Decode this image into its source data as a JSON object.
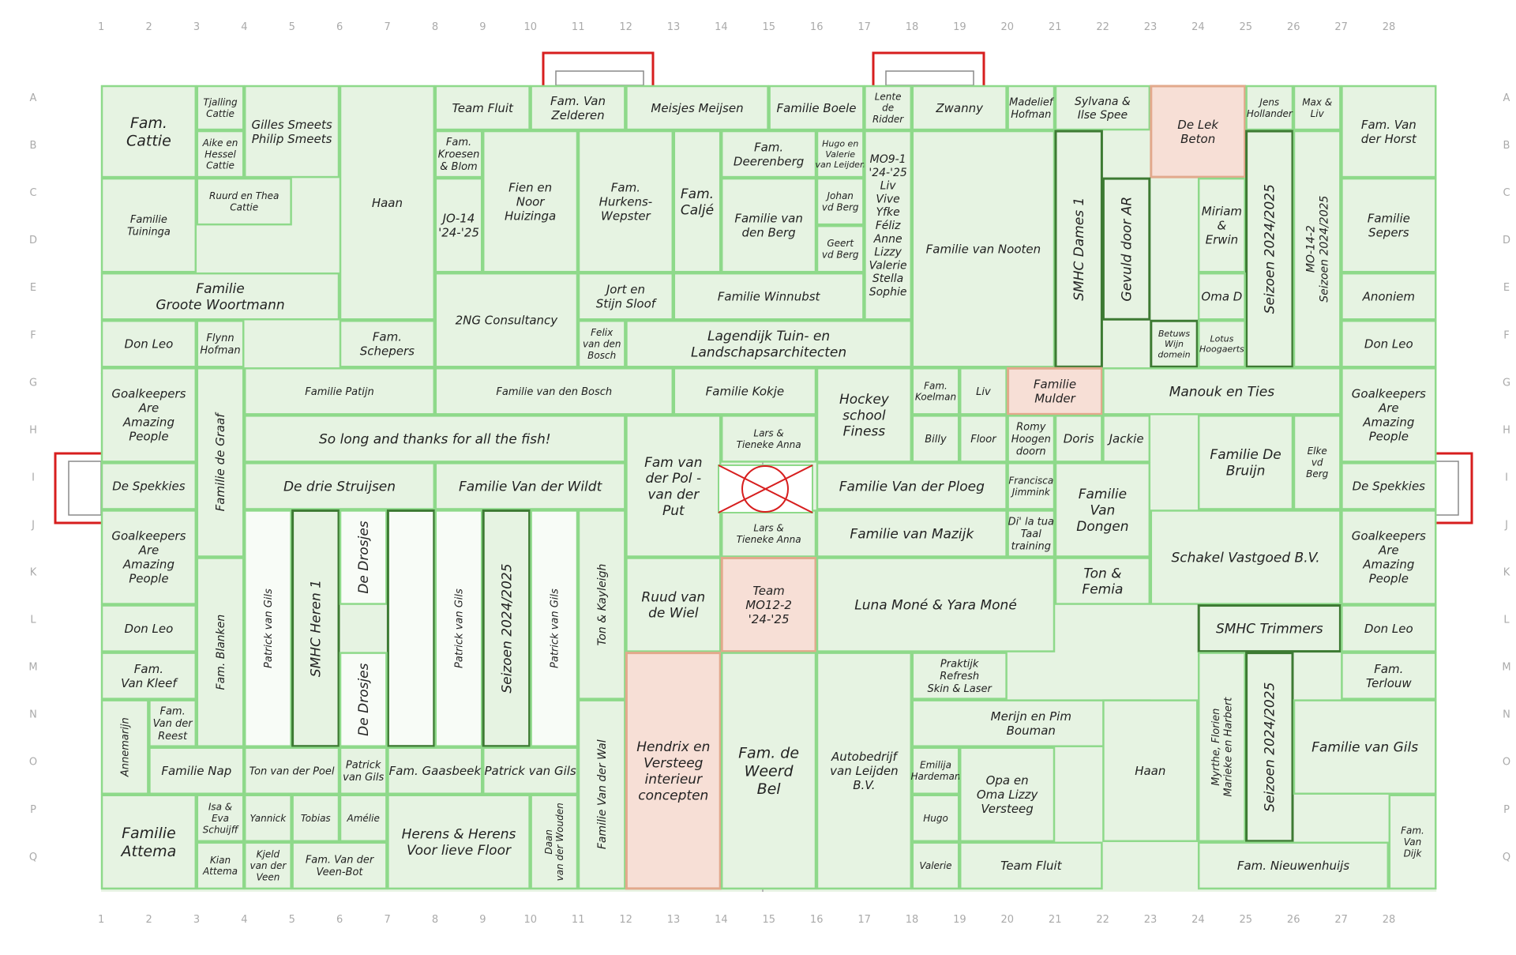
{
  "grid": {
    "columns": [
      "1",
      "2",
      "3",
      "4",
      "5",
      "6",
      "7",
      "8",
      "9",
      "10",
      "11",
      "12",
      "13",
      "14",
      "15",
      "16",
      "17",
      "18",
      "19",
      "20",
      "21",
      "22",
      "23",
      "24",
      "25",
      "26",
      "27",
      "28"
    ],
    "rows": [
      "A",
      "B",
      "C",
      "D",
      "E",
      "F",
      "G",
      "H",
      "I",
      "J",
      "K",
      "L",
      "M",
      "N",
      "O",
      "P",
      "Q"
    ]
  },
  "colors": {
    "cell_fill": "#e6f3e2",
    "cell_border": "#8ed98a",
    "strong_border": "#3d7a33",
    "highlight_fill": "#f7dfd6",
    "highlight_border": "#e2a98c",
    "goal_red": "#d71e1e",
    "line_grey": "#9a9a9a"
  },
  "plots": [
    {
      "id": "fam-cattie",
      "label": "Fam.\nCattie",
      "kind": "normal"
    },
    {
      "id": "tjalling-cattie",
      "label": "Tjalling\nCattie",
      "kind": "normal"
    },
    {
      "id": "aike-hessel",
      "label": "Aike en\nHessel\nCattie",
      "kind": "normal"
    },
    {
      "id": "gilles-philip",
      "label": "Gilles Smeets\nPhilip Smeets",
      "kind": "normal"
    },
    {
      "id": "haan-top",
      "label": "Haan",
      "kind": "normal"
    },
    {
      "id": "team-fluit-top",
      "label": "Team Fluit",
      "kind": "normal"
    },
    {
      "id": "fam-van-zelderen",
      "label": "Fam. Van\nZelderen",
      "kind": "normal"
    },
    {
      "id": "meisjes-meijsen",
      "label": "Meisjes Meijsen",
      "kind": "normal"
    },
    {
      "id": "familie-boele",
      "label": "Familie Boele",
      "kind": "normal"
    },
    {
      "id": "lente-de-ridder",
      "label": "Lente\nde\nRidder",
      "kind": "normal"
    },
    {
      "id": "zwanny",
      "label": "Zwanny",
      "kind": "normal"
    },
    {
      "id": "madelief-hofman",
      "label": "Madelief\nHofman",
      "kind": "normal"
    },
    {
      "id": "sylvana-ilse",
      "label": "Sylvana &\nIlse Spee",
      "kind": "normal"
    },
    {
      "id": "de-lek-beton",
      "label": "De Lek\nBeton",
      "kind": "highlight"
    },
    {
      "id": "jens-hollander",
      "label": "Jens\nHollander",
      "kind": "normal"
    },
    {
      "id": "max-liv",
      "label": "Max &\nLiv",
      "kind": "normal"
    },
    {
      "id": "fam-van-der-horst",
      "label": "Fam. Van\nder Horst",
      "kind": "normal"
    },
    {
      "id": "fam-kroesen-blom",
      "label": "Fam.\nKroesen\n& Blom",
      "kind": "normal"
    },
    {
      "id": "fien-noor",
      "label": "Fien en\nNoor\nHuizinga",
      "kind": "normal"
    },
    {
      "id": "fam-hurkens",
      "label": "Fam.\nHurkens-\nWepster",
      "kind": "normal"
    },
    {
      "id": "fam-calje",
      "label": "Fam.\nCaljé",
      "kind": "normal"
    },
    {
      "id": "fam-deerenberg",
      "label": "Fam.\nDeerenberg",
      "kind": "normal"
    },
    {
      "id": "hugo-valerie",
      "label": "Hugo en\nValerie\nvan Leijden",
      "kind": "normal"
    },
    {
      "id": "mo9-1",
      "label": "MO9-1\n'24-'25\nLiv\nVive\nYfke\nFéliz\nAnne\nLizzy\nValerie\nStella\nSophie",
      "kind": "normal"
    },
    {
      "id": "familie-tuininga",
      "label": "Familie\nTuininga",
      "kind": "normal"
    },
    {
      "id": "ruurd-thea",
      "label": "Ruurd en Thea\nCattie",
      "kind": "normal"
    },
    {
      "id": "jo-14",
      "label": "JO-14\n'24-'25",
      "kind": "normal"
    },
    {
      "id": "familie-van-den-berg",
      "label": "Familie van\nden Berg",
      "kind": "normal"
    },
    {
      "id": "johan-vd-berg",
      "label": "Johan\nvd Berg",
      "kind": "normal"
    },
    {
      "id": "geert-vd-berg",
      "label": "Geert\nvd Berg",
      "kind": "normal"
    },
    {
      "id": "familie-van-nooten",
      "label": "Familie van Nooten",
      "kind": "normal"
    },
    {
      "id": "smhc-dames-1",
      "label": "SMHC Dames 1",
      "kind": "strong-vertical"
    },
    {
      "id": "gevuld-door-ar",
      "label": "Gevuld door AR",
      "kind": "strong-vertical"
    },
    {
      "id": "miriam-erwin",
      "label": "Miriam\n&\nErwin",
      "kind": "normal"
    },
    {
      "id": "seizoen-2024-top",
      "label": "Seizoen 2024/2025",
      "kind": "strong-vertical"
    },
    {
      "id": "mo-14-2",
      "label": "MO-14-2\nSeizoen 2024/2025",
      "kind": "vertical"
    },
    {
      "id": "familie-sepers",
      "label": "Familie\nSepers",
      "kind": "normal"
    },
    {
      "id": "familie-groote-woortmann",
      "label": "Familie\nGroote Woortmann",
      "kind": "normal"
    },
    {
      "id": "2ng-consultancy",
      "label": "2NG Consultancy",
      "kind": "normal"
    },
    {
      "id": "jort-stijn",
      "label": "Jort en\nStijn Sloof",
      "kind": "normal"
    },
    {
      "id": "familie-winnubst",
      "label": "Familie Winnubst",
      "kind": "normal"
    },
    {
      "id": "oma-d",
      "label": "Oma D",
      "kind": "normal"
    },
    {
      "id": "anoniem",
      "label": "Anoniem",
      "kind": "normal"
    },
    {
      "id": "don-leo-f1",
      "label": "Don Leo",
      "kind": "normal"
    },
    {
      "id": "flynn-hofman",
      "label": "Flynn\nHofman",
      "kind": "normal"
    },
    {
      "id": "fam-schepers",
      "label": "Fam.\nSchepers",
      "kind": "normal"
    },
    {
      "id": "felix-van-den-bosch",
      "label": "Felix\nvan den\nBosch",
      "kind": "normal"
    },
    {
      "id": "lagendijk",
      "label": "Lagendijk Tuin- en\nLandschapsarchitecten",
      "kind": "normal"
    },
    {
      "id": "betuws-wijn",
      "label": "Betuws\nWijn\ndomein",
      "kind": "strong"
    },
    {
      "id": "lotus-hoogaerts",
      "label": "Lotus\nHoogaerts",
      "kind": "normal"
    },
    {
      "id": "don-leo-f28",
      "label": "Don Leo",
      "kind": "normal"
    },
    {
      "id": "goalkeepers-g1",
      "label": "Goalkeepers\nAre\nAmazing\nPeople",
      "kind": "normal"
    },
    {
      "id": "familie-de-graaf",
      "label": "Familie de Graaf",
      "kind": "vertical"
    },
    {
      "id": "familie-patijn",
      "label": "Familie Patijn",
      "kind": "normal"
    },
    {
      "id": "familie-van-den-bosch",
      "label": "Familie van den Bosch",
      "kind": "normal"
    },
    {
      "id": "familie-kokje",
      "label": "Familie Kokje",
      "kind": "normal"
    },
    {
      "id": "hockey-school",
      "label": "Hockey\nschool\nFiness",
      "kind": "normal"
    },
    {
      "id": "fam-koelman",
      "label": "Fam.\nKoelman",
      "kind": "normal"
    },
    {
      "id": "liv-g",
      "label": "Liv",
      "kind": "normal"
    },
    {
      "id": "familie-mulder",
      "label": "Familie\nMulder",
      "kind": "highlight"
    },
    {
      "id": "manouk-ties",
      "label": "Manouk en Ties",
      "kind": "normal"
    },
    {
      "id": "goalkeepers-g28",
      "label": "Goalkeepers\nAre\nAmazing\nPeople",
      "kind": "normal"
    },
    {
      "id": "so-long",
      "label": "So long and thanks for all the fish!",
      "kind": "normal"
    },
    {
      "id": "fam-van-der-pol",
      "label": "Fam van\nder Pol -\nvan der\nPut",
      "kind": "normal"
    },
    {
      "id": "lars-tieneke-1",
      "label": "Lars &\nTieneke Anna",
      "kind": "normal"
    },
    {
      "id": "billy",
      "label": "Billy",
      "kind": "normal"
    },
    {
      "id": "floor",
      "label": "Floor",
      "kind": "normal"
    },
    {
      "id": "romy-hoogendoorn",
      "label": "Romy\nHoogen\ndoorn",
      "kind": "normal"
    },
    {
      "id": "doris",
      "label": "Doris",
      "kind": "normal"
    },
    {
      "id": "jackie",
      "label": "Jackie",
      "kind": "normal"
    },
    {
      "id": "familie-de-bruijn",
      "label": "Familie De\nBruijn",
      "kind": "normal"
    },
    {
      "id": "elke-vd-berg",
      "label": "Elke\nvd\nBerg",
      "kind": "normal"
    },
    {
      "id": "de-spekkies-left",
      "label": "De Spekkies",
      "kind": "normal"
    },
    {
      "id": "de-drie-struijsen",
      "label": "De drie Struijsen",
      "kind": "normal"
    },
    {
      "id": "familie-van-der-wildt",
      "label": "Familie Van der Wildt",
      "kind": "normal"
    },
    {
      "id": "familie-van-der-ploeg",
      "label": "Familie Van der Ploeg",
      "kind": "normal"
    },
    {
      "id": "francisca-jimmink",
      "label": "Francisca\nJimmink",
      "kind": "normal"
    },
    {
      "id": "familie-van-dongen",
      "label": "Familie\nVan\nDongen",
      "kind": "normal"
    },
    {
      "id": "de-spekkies-right",
      "label": "De Spekkies",
      "kind": "normal"
    },
    {
      "id": "goalkeepers-j1",
      "label": "Goalkeepers\nAre\nAmazing\nPeople",
      "kind": "normal"
    },
    {
      "id": "patrick-van-gils-1",
      "label": "Patrick van Gils",
      "kind": "vertical-white"
    },
    {
      "id": "smhc-heren-1",
      "label": "SMHC Heren 1",
      "kind": "strong-vertical"
    },
    {
      "id": "de-drosjes-top",
      "label": "De Drosjes",
      "kind": "vertical-white"
    },
    {
      "id": "strong-col-7",
      "label": "",
      "kind": "strong-white"
    },
    {
      "id": "patrick-van-gils-2",
      "label": "Patrick van Gils",
      "kind": "vertical-white"
    },
    {
      "id": "seizoen-2024-left",
      "label": "Seizoen 2024/2025",
      "kind": "strong-vertical"
    },
    {
      "id": "patrick-van-gils-3",
      "label": "Patrick van Gils",
      "kind": "vertical-white"
    },
    {
      "id": "ton-kayleigh",
      "label": "Ton & Kayleigh",
      "kind": "vertical"
    },
    {
      "id": "lars-tieneke-2",
      "label": "Lars &\nTieneke Anna",
      "kind": "normal"
    },
    {
      "id": "familie-van-mazijk",
      "label": "Familie van Mazijk",
      "kind": "normal"
    },
    {
      "id": "di-la-tua",
      "label": "Di' la tua\nTaal\ntraining",
      "kind": "normal"
    },
    {
      "id": "schakel-vastgoed",
      "label": "Schakel Vastgoed B.V.",
      "kind": "normal"
    },
    {
      "id": "goalkeepers-j28",
      "label": "Goalkeepers\nAre\nAmazing\nPeople",
      "kind": "normal"
    },
    {
      "id": "ruud-van-de-wiel",
      "label": "Ruud van\nde Wiel",
      "kind": "normal"
    },
    {
      "id": "team-mo12-2",
      "label": "Team\nMO12-2\n'24-'25",
      "kind": "highlight"
    },
    {
      "id": "luna-yara",
      "label": "Luna Moné & Yara Moné",
      "kind": "normal"
    },
    {
      "id": "ton-femia",
      "label": "Ton &\nFemia",
      "kind": "normal"
    },
    {
      "id": "don-leo-l1",
      "label": "Don Leo",
      "kind": "normal"
    },
    {
      "id": "fam-blanken",
      "label": "Fam. Blanken",
      "kind": "vertical"
    },
    {
      "id": "smhc-trimmers",
      "label": "SMHC Trimmers",
      "kind": "strong"
    },
    {
      "id": "don-leo-l28",
      "label": "Don Leo",
      "kind": "normal"
    },
    {
      "id": "fam-van-kleef",
      "label": "Fam.\nVan Kleef",
      "kind": "normal"
    },
    {
      "id": "de-drosjes-bottom",
      "label": "De Drosjes",
      "kind": "vertical-white"
    },
    {
      "id": "praktijk-refresh",
      "label": "Praktijk\nRefresh\nSkin & Laser",
      "kind": "normal"
    },
    {
      "id": "fam-terlouw",
      "label": "Fam.\nTerlouw",
      "kind": "normal"
    },
    {
      "id": "annemarijn",
      "label": "Annemarijn",
      "kind": "vertical"
    },
    {
      "id": "fam-van-der-reest",
      "label": "Fam.\nVan der\nReest",
      "kind": "normal"
    },
    {
      "id": "merijn-pim",
      "label": "Merijn en Pim\nBouman",
      "kind": "normal"
    },
    {
      "id": "mythe-florien",
      "label": "Myrthe, Florien\nMarieke en Harbert",
      "kind": "vertical"
    },
    {
      "id": "seizoen-2024-right",
      "label": "Seizoen 2024/2025",
      "kind": "strong-vertical"
    },
    {
      "id": "familie-van-gils",
      "label": "Familie van Gils",
      "kind": "normal"
    },
    {
      "id": "familie-van-der-wal",
      "label": "Familie Van der Wal",
      "kind": "vertical"
    },
    {
      "id": "hendrix-versteeg",
      "label": "Hendrix en\nVersteeg\ninterieur\nconcepten",
      "kind": "highlight"
    },
    {
      "id": "fam-de-weerd",
      "label": "Fam. de\nWeerd\nBel",
      "kind": "normal"
    },
    {
      "id": "autobedrijf",
      "label": "Autobedrijf\nvan Leijden\nB.V.",
      "kind": "normal"
    },
    {
      "id": "familie-nap",
      "label": "Familie Nap",
      "kind": "normal"
    },
    {
      "id": "ton-van-der-poel",
      "label": "Ton van der Poel",
      "kind": "normal"
    },
    {
      "id": "patrick-van-gils-o6",
      "label": "Patrick\nvan Gils",
      "kind": "normal"
    },
    {
      "id": "fam-gaasbeek",
      "label": "Fam. Gaasbeek",
      "kind": "normal"
    },
    {
      "id": "patrick-van-gils-o9",
      "label": "Patrick van Gils",
      "kind": "normal"
    },
    {
      "id": "emilija-hardeman",
      "label": "Emilija\nHardeman",
      "kind": "normal"
    },
    {
      "id": "opa-oma",
      "label": "Opa en\nOma Lizzy\nVersteeg",
      "kind": "normal"
    },
    {
      "id": "haan-bottom",
      "label": "Haan",
      "kind": "normal"
    },
    {
      "id": "familie-attema",
      "label": "Familie\nAttema",
      "kind": "normal"
    },
    {
      "id": "isa-eva",
      "label": "Isa &\nEva\nSchuijff",
      "kind": "normal"
    },
    {
      "id": "yannick",
      "label": "Yannick",
      "kind": "normal"
    },
    {
      "id": "tobias",
      "label": "Tobias",
      "kind": "normal"
    },
    {
      "id": "amelie",
      "label": "Amélie",
      "kind": "normal"
    },
    {
      "id": "herens",
      "label": "Herens & Herens\nVoor lieve Floor",
      "kind": "normal"
    },
    {
      "id": "daan-van-der-wouden",
      "label": "Daan\nvan der Wouden",
      "kind": "vertical"
    },
    {
      "id": "hugo",
      "label": "Hugo",
      "kind": "normal"
    },
    {
      "id": "fam-van-dijk",
      "label": "Fam.\nVan\nDijk",
      "kind": "normal"
    },
    {
      "id": "kian-attema",
      "label": "Kian\nAttema",
      "kind": "normal"
    },
    {
      "id": "kjeld",
      "label": "Kjeld\nvan der\nVeen",
      "kind": "normal"
    },
    {
      "id": "fam-van-der-veen-bot",
      "label": "Fam. Van der\nVeen-Bot",
      "kind": "normal"
    },
    {
      "id": "valerie",
      "label": "Valerie",
      "kind": "normal"
    },
    {
      "id": "team-fluit-bottom",
      "label": "Team Fluit",
      "kind": "normal"
    },
    {
      "id": "fam-nieuwenhuijs",
      "label": "Fam. Nieuwenhuijs",
      "kind": "normal"
    }
  ]
}
